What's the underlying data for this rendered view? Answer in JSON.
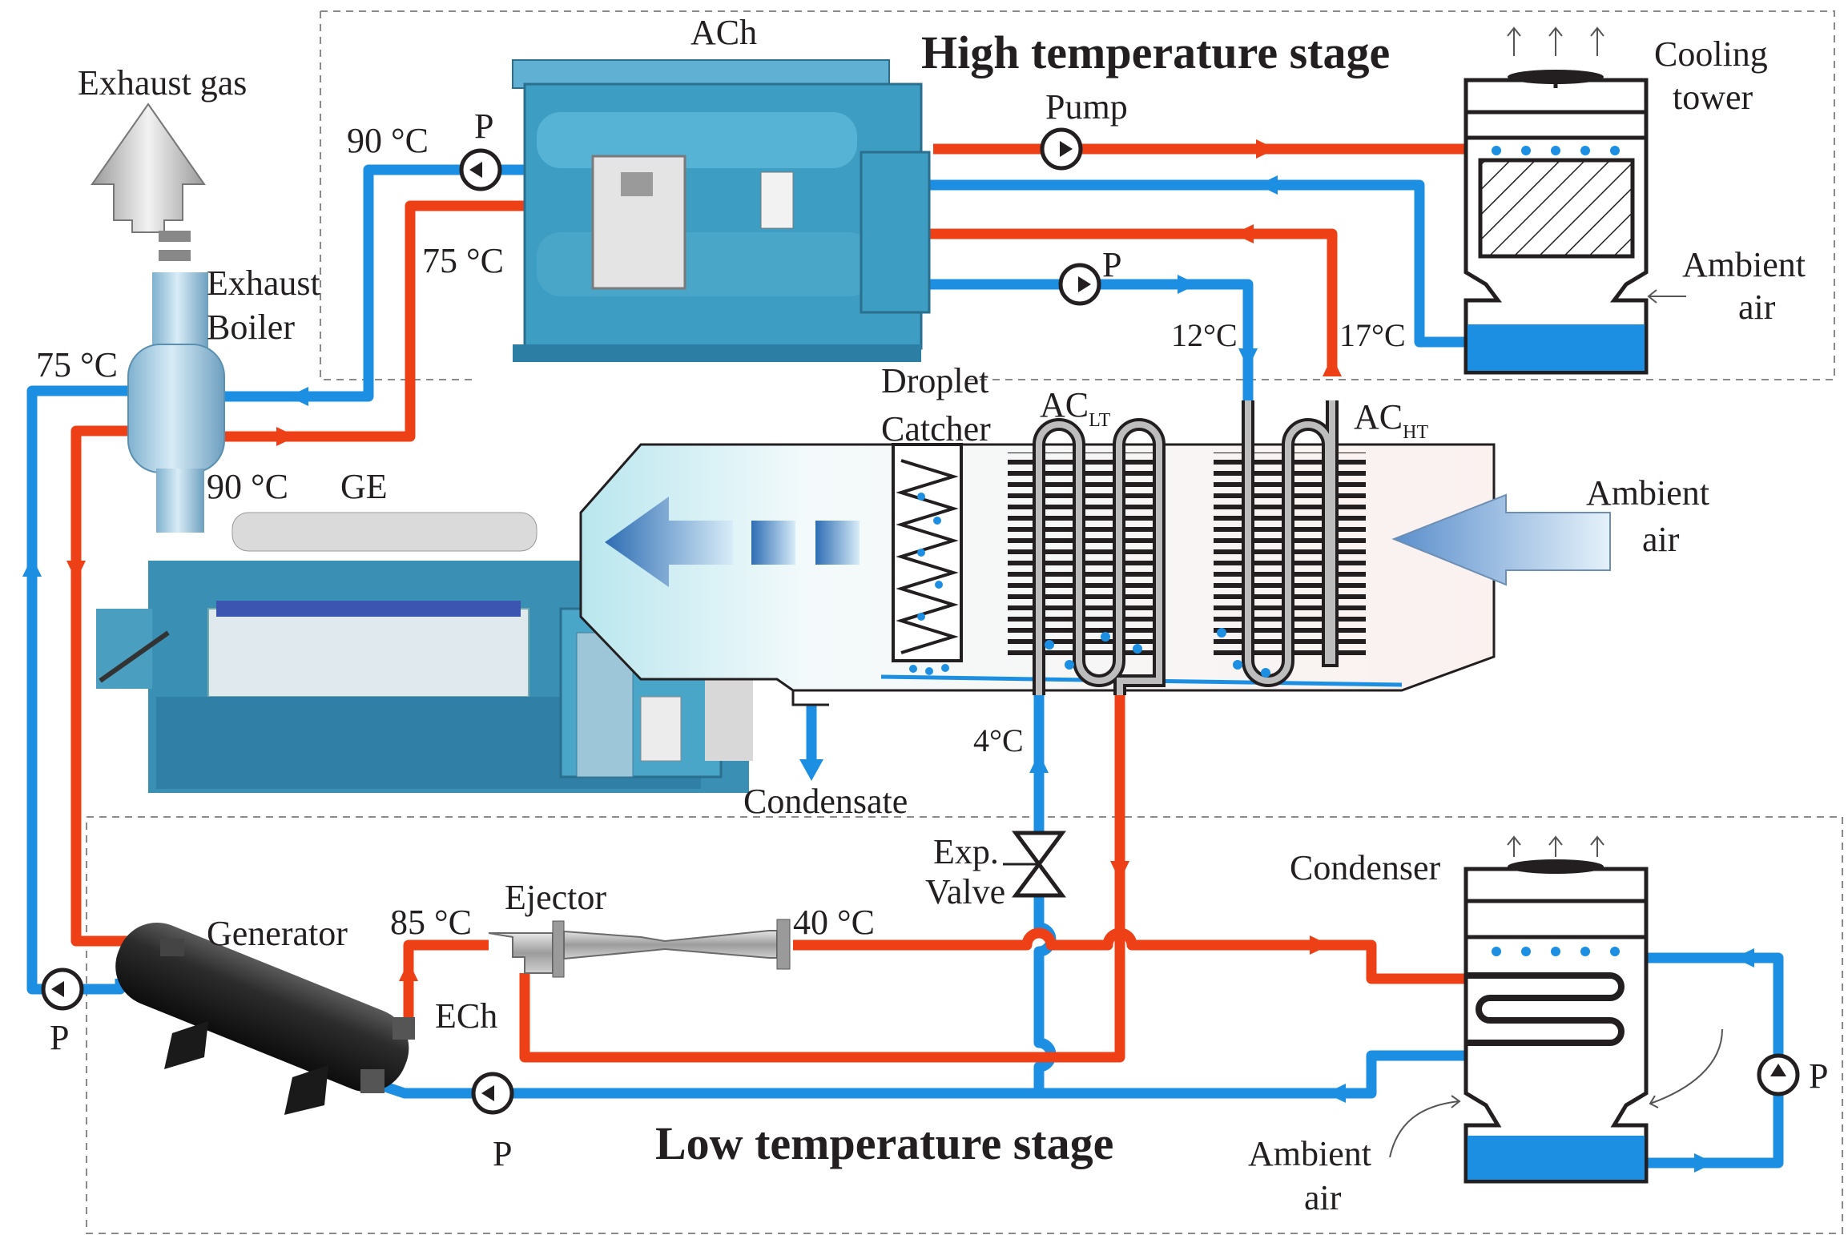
{
  "stages": {
    "high": "High temperature stage",
    "low": "Low temperature stage"
  },
  "components": {
    "ach": "ACh",
    "pump": "Pump",
    "cooling_tower_line1": "Cooling",
    "cooling_tower_line2": "tower",
    "exhaust_gas": "Exhaust gas",
    "exhaust_boiler_line1": "Exhaust",
    "exhaust_boiler_line2": "Boiler",
    "ge": "GE",
    "droplet_catcher_line1": "Droplet",
    "droplet_catcher_line2": "Catcher",
    "ac_lt_main": "AC",
    "ac_lt_sub": "LT",
    "ac_ht_main": "AC",
    "ac_ht_sub": "HT",
    "condensate": "Condensate",
    "exp_valve_line1": "Exp.",
    "exp_valve_line2": "Valve",
    "ejector": "Ejector",
    "generator": "Generator",
    "ech": "ECh",
    "condenser": "Condenser"
  },
  "ambient_air": {
    "line1": "Ambient",
    "line2": "air"
  },
  "pump_label": "P",
  "temperatures": {
    "t90_top": "90 °C",
    "t75_boiler_right": "75 °C",
    "t75_left": "75 °C",
    "t90_ge": "90 °C",
    "t12": "12°C",
    "t17": "17°C",
    "t4": "4°C",
    "t85": "85 °C",
    "t40": "40 °C"
  },
  "colors": {
    "hot_pipe": "#ee4017",
    "cold_pipe": "#1c8fe3",
    "machinery": "#3e9dc2",
    "water": "#1c8fe3"
  }
}
